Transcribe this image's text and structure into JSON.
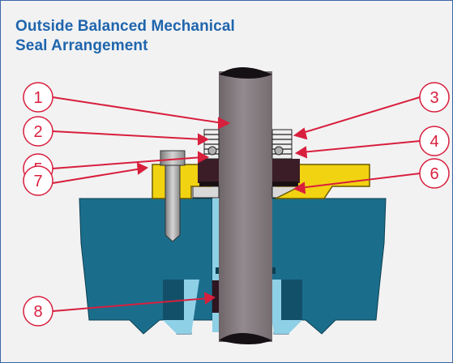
{
  "title": {
    "line1": "Outside Balanced Mechanical",
    "line2": "Seal Arrangement"
  },
  "colors": {
    "frame_border": "#3a66a6",
    "title": "#1f65ad",
    "housing_blue": "#1a6e8c",
    "bore_light_blue": "#8ed0e6",
    "shaft_gray": "#8a8185",
    "gland_yellow": "#f2d312",
    "callout_red": "#d81f3d",
    "seal_dark": "#2d1620"
  },
  "callouts": [
    "1",
    "2",
    "3",
    "4",
    "5",
    "6",
    "7",
    "8"
  ]
}
